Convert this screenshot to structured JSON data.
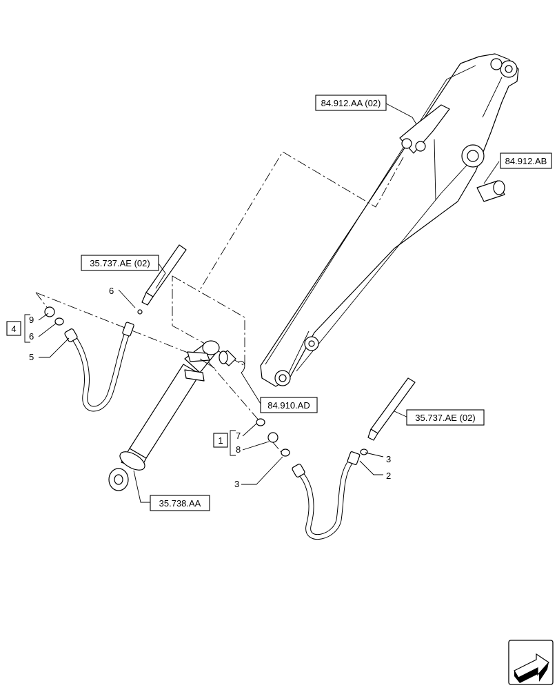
{
  "references": {
    "boom": "84.912.AA (02)",
    "pin": "84.912.AB",
    "hose_upper": "35.737.AE (02)",
    "hose_lower": "35.737.AE (02)",
    "cylinder_pin": "84.910.AD",
    "cylinder": "35.738.AA"
  },
  "callouts": {
    "c6_top": "6",
    "c9": "9",
    "c6": "6",
    "c5": "5",
    "c7": "7",
    "c8": "8",
    "c3_left": "3",
    "c3_right": "3",
    "c2": "2"
  },
  "groups": {
    "kit_left": "4",
    "kit_right": "1"
  },
  "icons": {
    "orientation": "orientation-arrow-icon"
  }
}
